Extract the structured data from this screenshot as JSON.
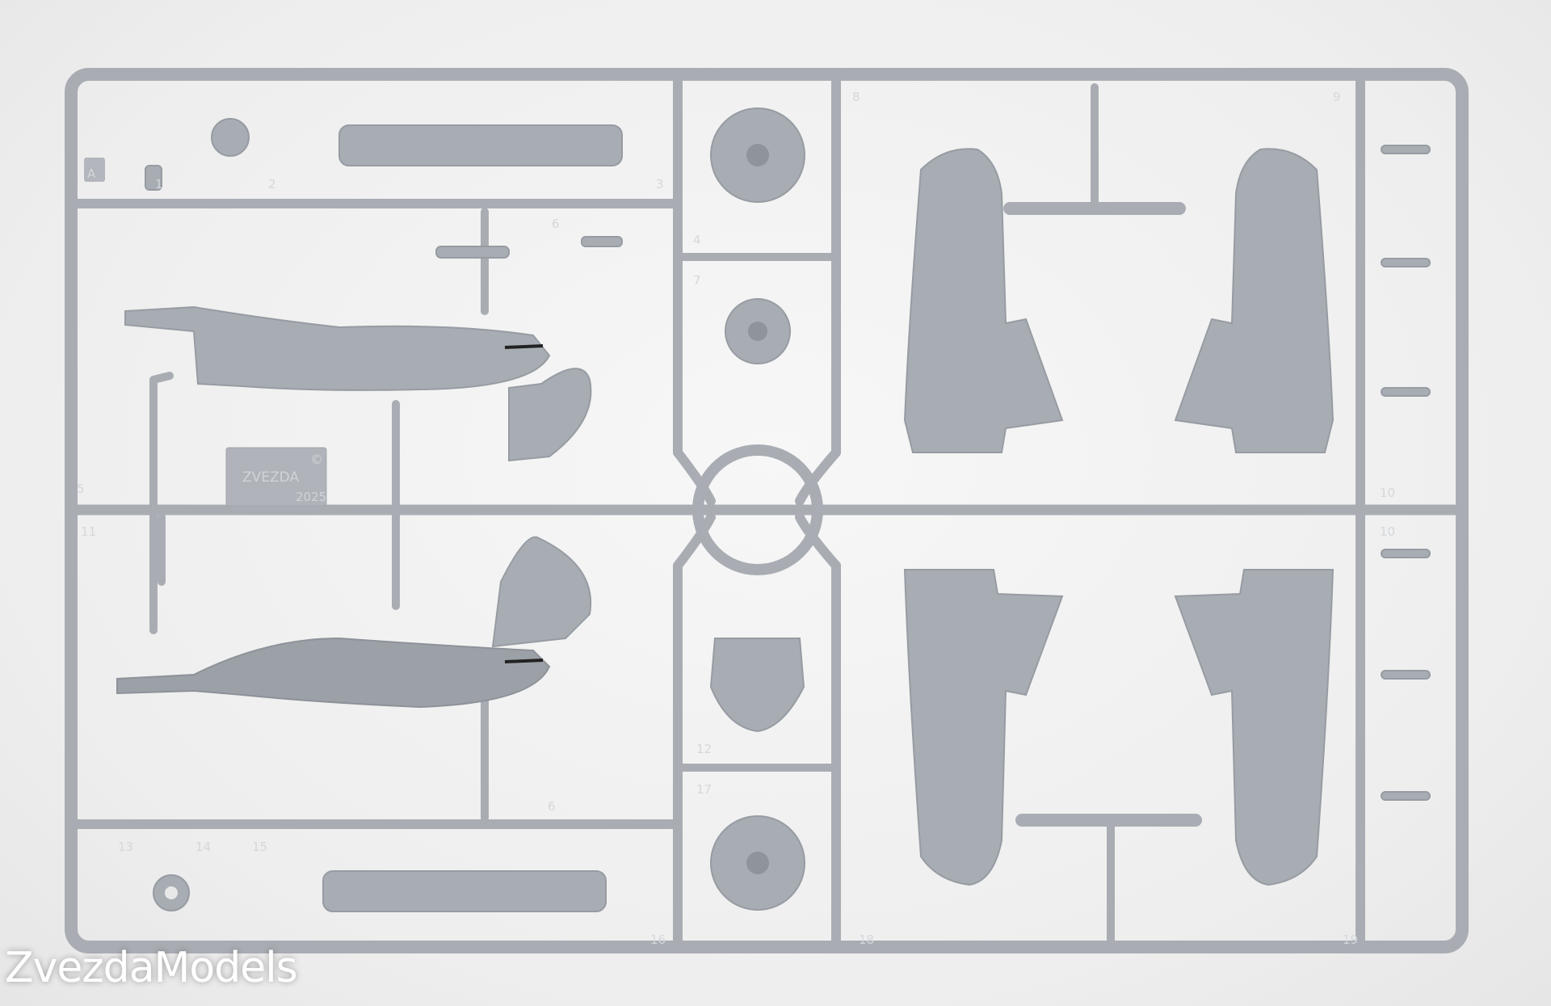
{
  "photo": {
    "sprue_letter": "A",
    "part_numbers": [
      "1",
      "2",
      "3",
      "6",
      "4",
      "7",
      "8",
      "9",
      "5",
      "10",
      "11",
      "10",
      "12",
      "17",
      "13",
      "14",
      "15",
      "6",
      "16",
      "18",
      "19"
    ],
    "emboss_brand": "ZVEZDA",
    "emboss_year": "2025",
    "emboss_copyright": "©"
  },
  "watermark": "ZvezdaModels",
  "colors": {
    "plastic": "#a8adb4",
    "background": "#f0f0f0"
  }
}
